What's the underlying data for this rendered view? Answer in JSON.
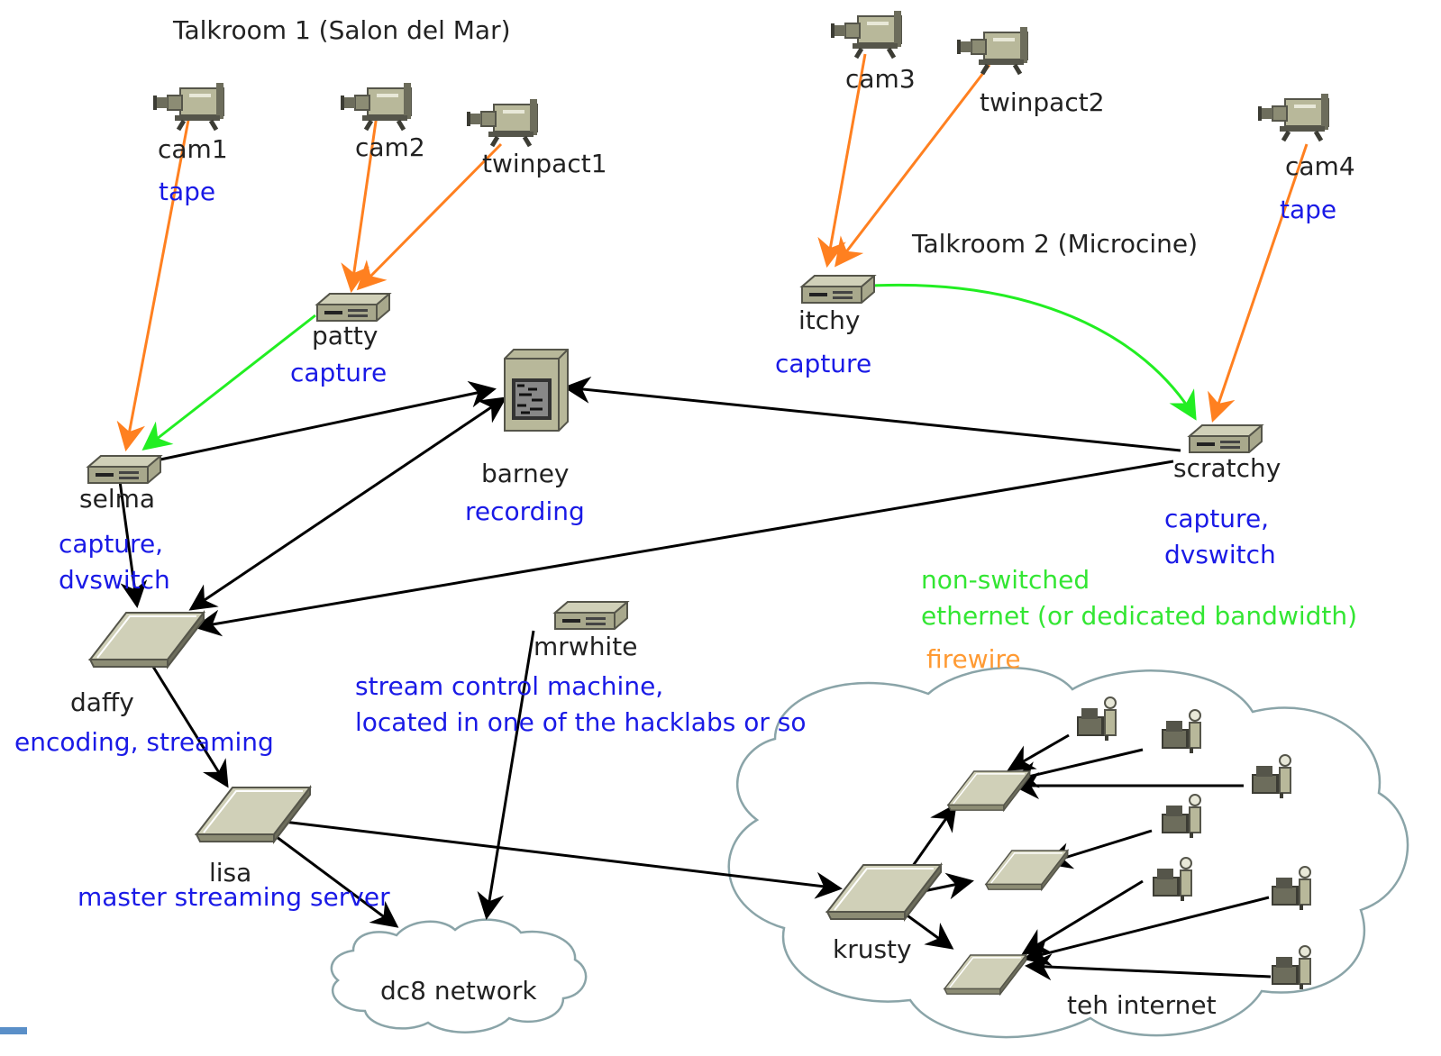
{
  "titles": {
    "talkroom1": "Talkroom 1 (Salon del Mar)",
    "talkroom2": "Talkroom 2 (Microcine)"
  },
  "nodes": {
    "cam1": {
      "name": "cam1",
      "role": "tape"
    },
    "cam2": {
      "name": "cam2"
    },
    "twinpact1": {
      "name": "twinpact1"
    },
    "cam3": {
      "name": "cam3"
    },
    "twinpact2": {
      "name": "twinpact2"
    },
    "cam4": {
      "name": "cam4",
      "role": "tape"
    },
    "patty": {
      "name": "patty",
      "role": "capture"
    },
    "itchy": {
      "name": "itchy",
      "role": "capture"
    },
    "selma": {
      "name": "selma",
      "role_line1": "capture,",
      "role_line2": "dvswitch"
    },
    "scratchy": {
      "name": "scratchy",
      "role_line1": "capture,",
      "role_line2": "dvswitch"
    },
    "barney": {
      "name": "barney",
      "role": "recording"
    },
    "daffy": {
      "name": "daffy",
      "role": "encoding, streaming"
    },
    "lisa": {
      "name": "lisa",
      "role": "master streaming server"
    },
    "mrwhite": {
      "name": "mrwhite",
      "role_line1": "stream control machine,",
      "role_line2": "located in one of the hacklabs or so"
    },
    "krusty": {
      "name": "krusty"
    },
    "dc8": {
      "name": "dc8 network"
    },
    "internet": {
      "name": "teh internet"
    }
  },
  "legend": {
    "ethernet_line1": "non-switched",
    "ethernet_line2": "ethernet (or dedicated bandwidth)",
    "firewire": "firewire"
  },
  "colors": {
    "firewire": "#ff8020",
    "ethernet": "#22ee22",
    "network": "#000000",
    "label_role": "#1a1ae6",
    "device_body": "#b8b89a",
    "device_dark": "#55554a"
  }
}
